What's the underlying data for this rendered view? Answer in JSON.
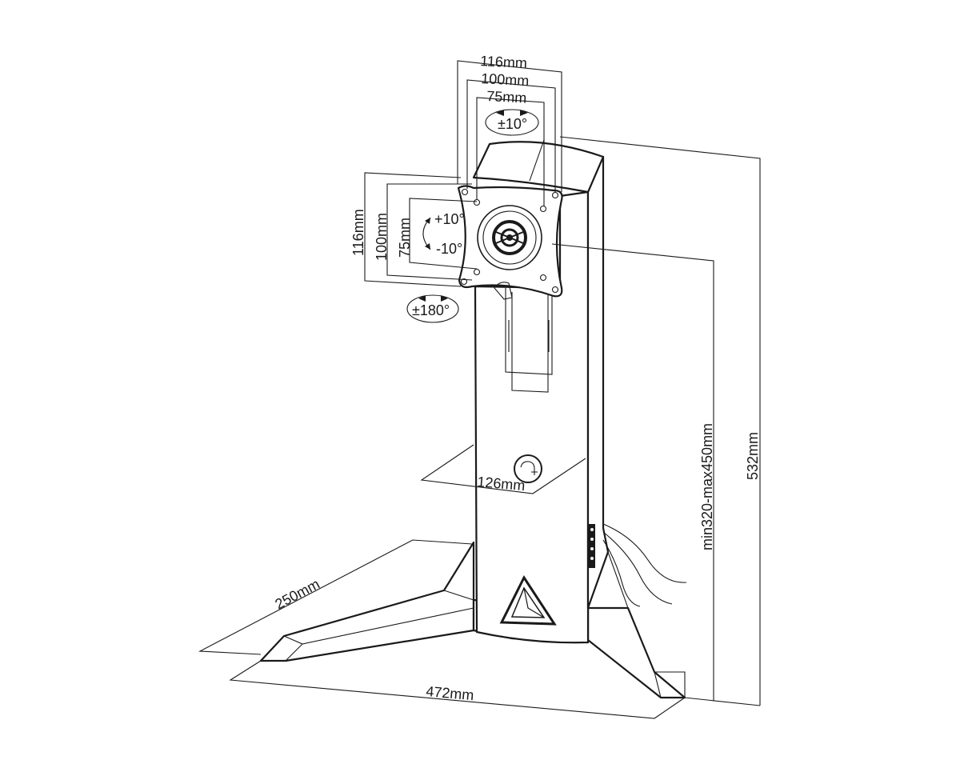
{
  "vesa": {
    "top_116": "116mm",
    "top_100": "100mm",
    "top_75": "75mm",
    "side_116": "116mm",
    "side_100": "100mm",
    "side_75": "75mm"
  },
  "rotation": {
    "swivel": "±10°",
    "tilt_up": "+10°",
    "tilt_down": "-10°",
    "pivot": "±180°"
  },
  "dimensions": {
    "column_width": "126mm",
    "base_depth": "250mm",
    "base_width": "472mm",
    "height_range": "min320-max450mm",
    "total_height": "532mm"
  },
  "icons": {
    "lock": "lock-icon",
    "triangle": "triangle-emblem-icon"
  }
}
